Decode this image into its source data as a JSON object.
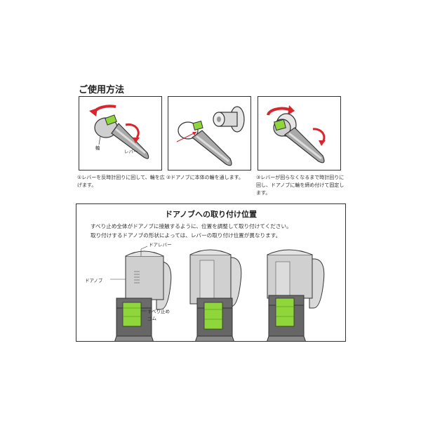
{
  "section_title": "ご使用方法",
  "steps": [
    {
      "caption": "①レバーを反時計回りに回して、輪を広げます。",
      "labels": {
        "ring": "輪",
        "lever": "レバー"
      }
    },
    {
      "caption": "②ドアノブに本体の輪を通します。"
    },
    {
      "caption": "③レバーが回らなくなるまで時計回りに回し、ドアノブに輪を締め付けて固定します。"
    }
  ],
  "position": {
    "title": "ドアノブへの取り付け位置",
    "lines": [
      "すべり止め全体がドアノブに接触するように、位置を調整して取り付けてください。",
      "取り付けするドアノブの形状によっては、レバーの取り付け位置が異なります。"
    ],
    "labels": {
      "door_lever": "ドアレバー",
      "door_knob": "ドアノブ",
      "grip_rubber_1": "すべり止め",
      "grip_rubber_2": "ゴム"
    }
  },
  "colors": {
    "accent_green": "#8ed63a",
    "arrow_red": "#d8262d",
    "metal_gray": "#b9b9b9",
    "dark_gray": "#6b6b6b"
  }
}
